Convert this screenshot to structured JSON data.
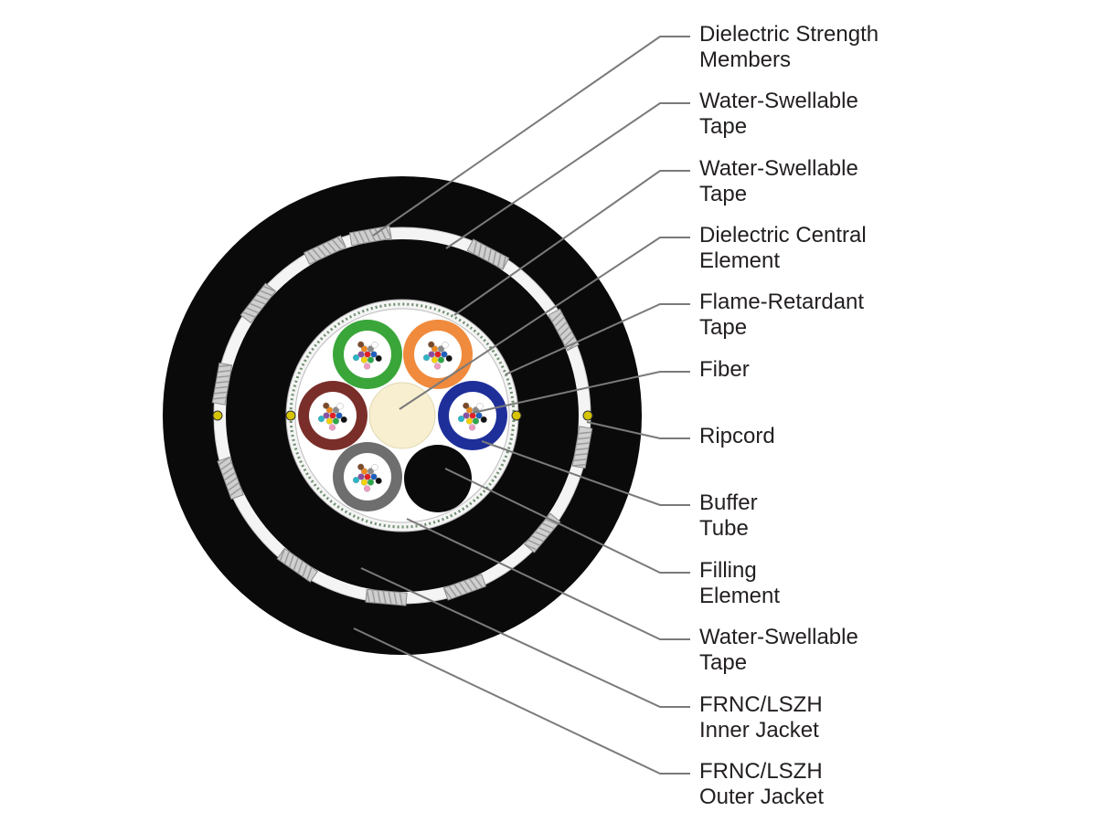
{
  "labels": [
    {
      "id": "dielectric-strength-members",
      "lines": [
        "Dielectric Strength",
        "Members"
      ]
    },
    {
      "id": "water-swellable-tape-outer",
      "lines": [
        "Water-Swellable",
        "Tape"
      ]
    },
    {
      "id": "water-swellable-tape-core",
      "lines": [
        "Water-Swellable",
        "Tape"
      ]
    },
    {
      "id": "dielectric-central-element",
      "lines": [
        "Dielectric Central",
        "Element"
      ]
    },
    {
      "id": "flame-retardant-tape",
      "lines": [
        "Flame-Retardant",
        "Tape"
      ]
    },
    {
      "id": "fiber",
      "lines": [
        "Fiber"
      ]
    },
    {
      "id": "ripcord",
      "lines": [
        "Ripcord"
      ]
    },
    {
      "id": "buffer-tube",
      "lines": [
        "Buffer",
        "Tube"
      ]
    },
    {
      "id": "filling-element",
      "lines": [
        "Filling",
        "Element"
      ]
    },
    {
      "id": "water-swellable-tape-inner",
      "lines": [
        "Water-Swellable",
        "Tape"
      ]
    },
    {
      "id": "inner-jacket",
      "lines": [
        "FRNC/LSZH",
        "Inner Jacket"
      ]
    },
    {
      "id": "outer-jacket",
      "lines": [
        "FRNC/LSZH",
        "Outer Jacket"
      ]
    }
  ],
  "colors": {
    "jacket": "#0a0a0a",
    "tape": "#f4f4f4",
    "central_element": "#f7efcf",
    "buffer_tubes": [
      "#3aa63a",
      "#f08a3c",
      "#7a2e2a",
      "#1f2f9a",
      "#6e6e6e"
    ],
    "fiber_colors": [
      "#e32026",
      "#1f5fbf",
      "#2aa84a",
      "#f5d200",
      "#8a4fa0",
      "#f08a1c",
      "#8a8a8a",
      "#111111",
      "#f09ac0",
      "#2bb5c8",
      "#7a4a2a",
      "#ffffff"
    ],
    "leader_line": "#7a7a7a",
    "text": "#231f20"
  }
}
